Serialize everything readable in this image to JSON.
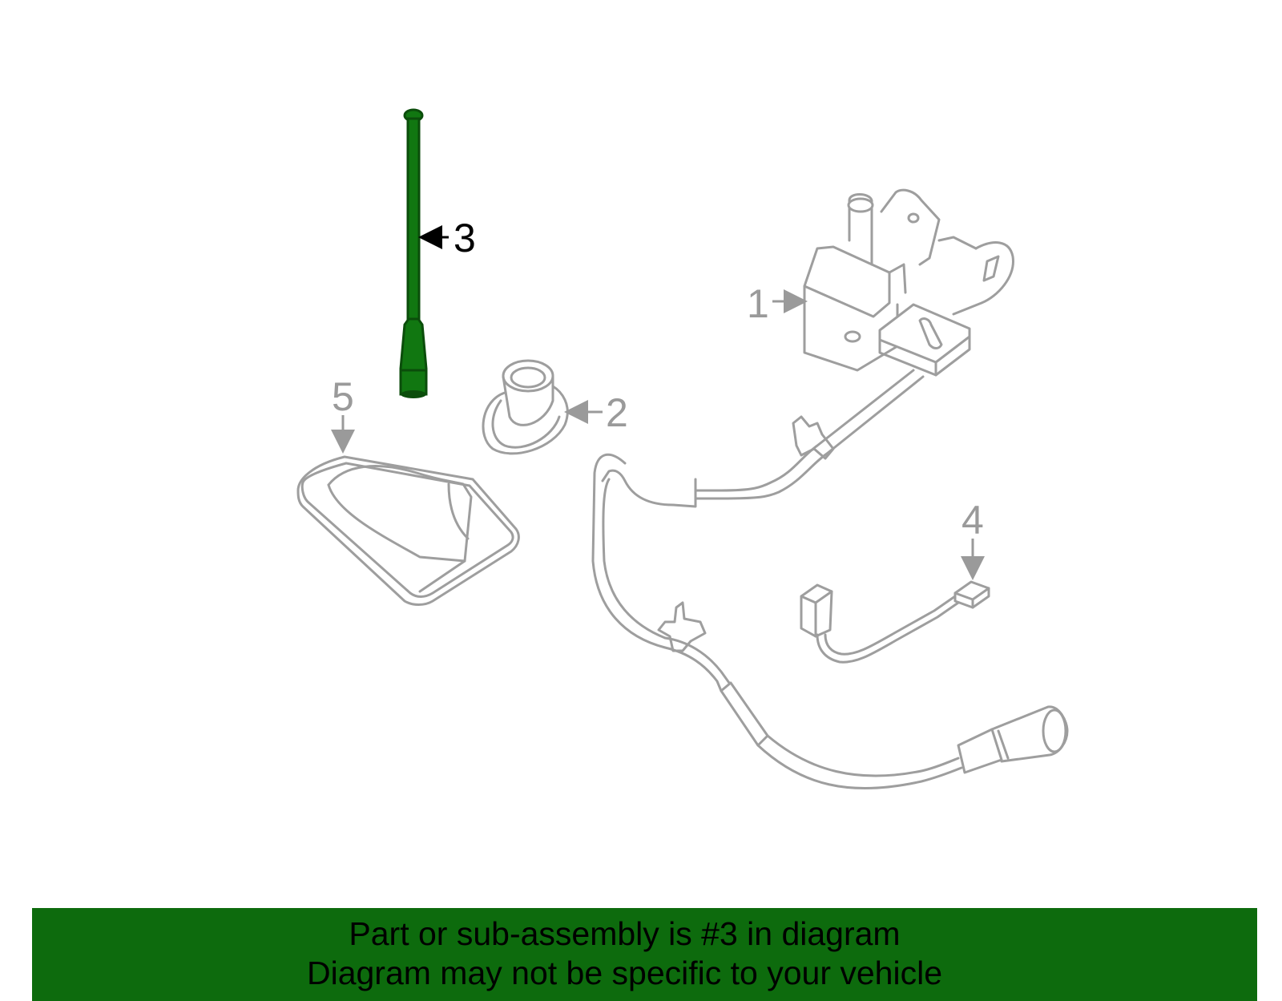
{
  "callouts": {
    "c1": "1",
    "c2": "2",
    "c3": "3",
    "c4": "4",
    "c5": "5"
  },
  "highlighted_part": "3",
  "colors": {
    "highlight": "#117711",
    "highlight_dark": "#0b4d0b",
    "banner": "#0d6b0d",
    "outline": "#9e9e9e"
  },
  "banner": {
    "line1": "Part or sub-assembly is #3 in diagram",
    "line2": "Diagram may not be specific to your vehicle"
  }
}
